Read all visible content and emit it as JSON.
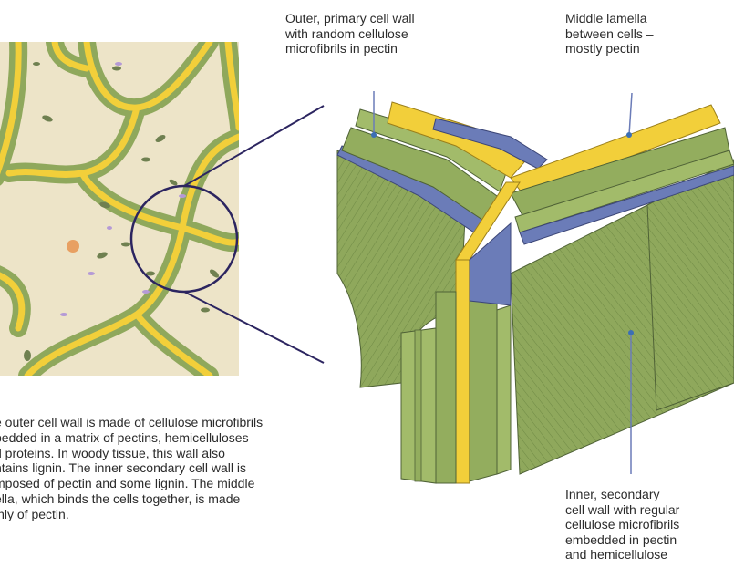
{
  "labels": {
    "outer_wall": "Outer, primary cell wall\nwith random cellulose\nmicrofibrils in pectin",
    "middle_lamella": "Middle lamella\nbetween cells –\nmostly pectin",
    "inner_wall": "Inner, secondary\ncell wall with regular\ncellulose microfibrils\nembedded in pectin\nand hemicellulose"
  },
  "caption": {
    "lines": [
      "e outer cell wall is made of cellulose microfibrils",
      "bedded in a matrix of pectins, hemicelluloses",
      "d proteins. In woody tissue, this wall also",
      "ntains lignin. The inner secondary cell wall is",
      "mposed of pectin and some lignin. The middle",
      "ella, which binds the cells together, is made",
      "inly of pectin."
    ]
  },
  "colors": {
    "lamella": "#f2cf3a",
    "primary_wall": "#93ad5e",
    "secondary_wall": "#8ea65a",
    "blue_band": "#6b7cb8",
    "cytoplasm": "#ede4c8",
    "organelle_green": "#6f8050",
    "organelle_purple": "#b59ad6",
    "nucleus": "#e8a062",
    "circle": "#2c2560"
  }
}
